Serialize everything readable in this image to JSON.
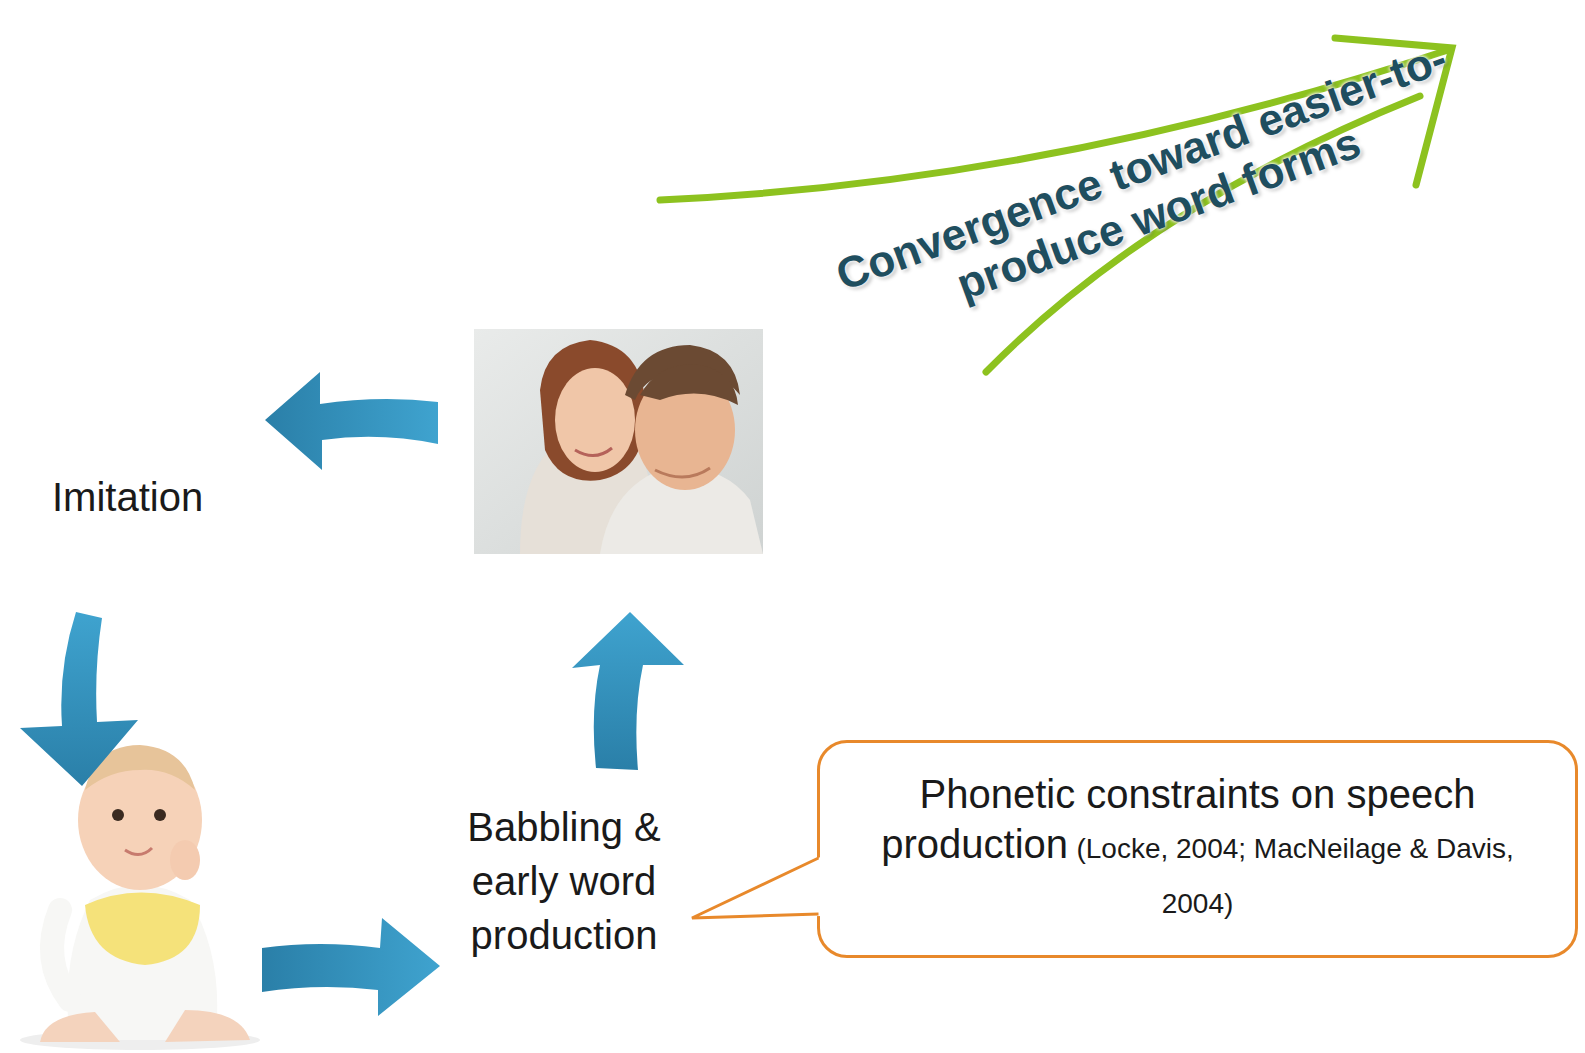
{
  "diagram": {
    "nodes": [
      {
        "text": [
          "Phonetic constraints on speech production",
          "(Locke, 2004; MacNeilage & Davis, 2004)"
        ]
      }
    ],
    "edges": [],
    "labels": [
      "Imitation",
      "Babbling & early word production",
      "Convergence toward easier-to-produce word forms"
    ]
  }
}
